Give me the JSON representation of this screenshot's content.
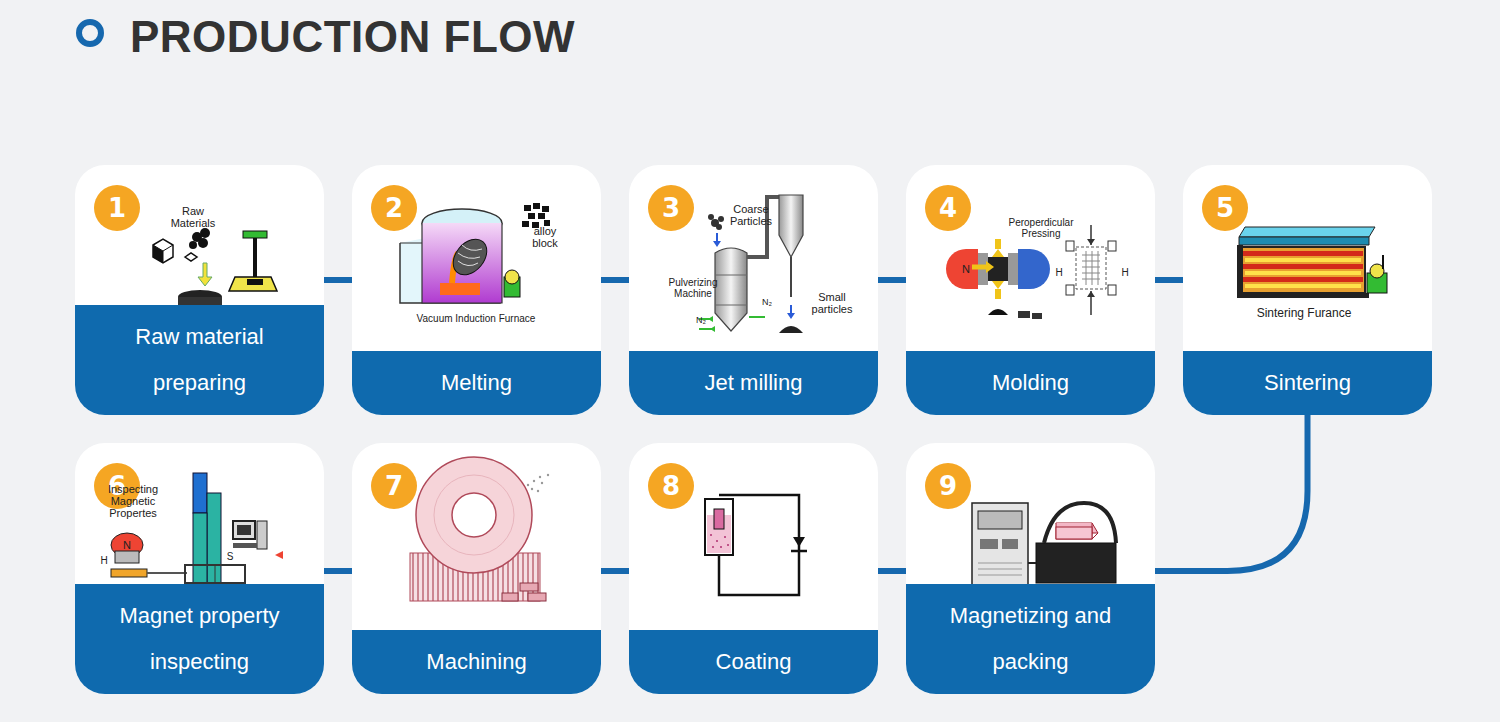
{
  "diagram": {
    "title": "PRODUCTION FLOW",
    "nodes": [
      {
        "text": [
          "1",
          "Raw material preparing"
        ]
      },
      {
        "text": [
          "2",
          "Melting"
        ]
      },
      {
        "text": [
          "3",
          "Jet milling"
        ]
      },
      {
        "text": [
          "4",
          "Molding"
        ]
      },
      {
        "text": [
          "5",
          "Sintering"
        ]
      },
      {
        "text": [
          "6",
          "Magnet property inspecting"
        ]
      },
      {
        "text": [
          "7",
          "Machining"
        ]
      },
      {
        "text": [
          "8",
          "Coating"
        ]
      },
      {
        "text": [
          "9",
          "Magnetizing and packing"
        ]
      }
    ],
    "edges": [
      {
        "from": 0,
        "to": 1,
        "arrow": "none"
      },
      {
        "from": 1,
        "to": 2,
        "arrow": "none"
      },
      {
        "from": 2,
        "to": 3,
        "arrow": "none"
      },
      {
        "from": 3,
        "to": 4,
        "arrow": "none"
      },
      {
        "from": 4,
        "to": 8,
        "arrow": "none"
      },
      {
        "from": 8,
        "to": 7,
        "arrow": "none"
      },
      {
        "from": 7,
        "to": 6,
        "arrow": "none"
      },
      {
        "from": 6,
        "to": 5,
        "arrow": "none"
      }
    ],
    "labels": [
      "Raw Materials",
      "alloy block",
      "Vacuum Induction Furnace",
      "Coarse Particles",
      "Pulverizing Machine",
      "N₂",
      "N₂",
      "Small particles",
      "Peroperdicular Pressing",
      "N",
      "H",
      "H",
      "Sintering Furance",
      "Inspecting Magnetic Propertes",
      "N",
      "H",
      "S"
    ]
  }
}
